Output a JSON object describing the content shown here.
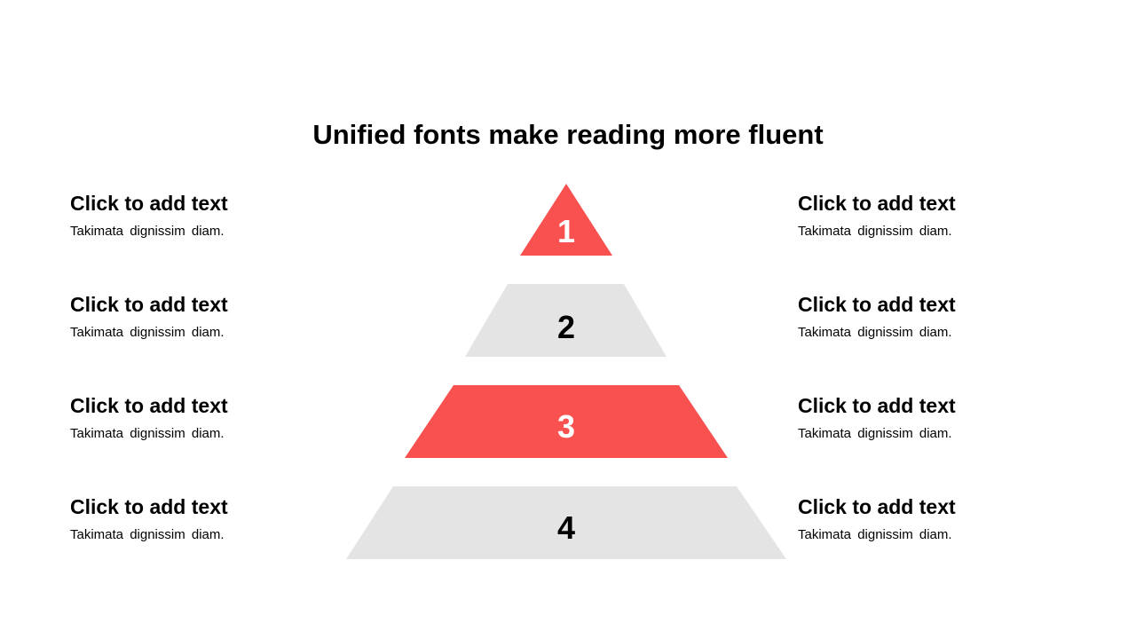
{
  "title": "Unified fonts make reading more fluent",
  "colors": {
    "accent": "#F95050",
    "neutral": "#E4E4E4"
  },
  "levels": [
    {
      "label": "1",
      "style": "accent"
    },
    {
      "label": "2",
      "style": "neutral"
    },
    {
      "label": "3",
      "style": "accent"
    },
    {
      "label": "4",
      "style": "neutral"
    }
  ],
  "left_items": [
    {
      "heading": "Click to add text",
      "desc": "Takimata dignissim diam."
    },
    {
      "heading": "Click to add text",
      "desc": "Takimata dignissim diam."
    },
    {
      "heading": "Click to add text",
      "desc": "Takimata dignissim diam."
    },
    {
      "heading": "Click to add text",
      "desc": "Takimata dignissim diam."
    }
  ],
  "right_items": [
    {
      "heading": "Click to add text",
      "desc": "Takimata dignissim diam."
    },
    {
      "heading": "Click to add text",
      "desc": "Takimata dignissim diam."
    },
    {
      "heading": "Click to add text",
      "desc": "Takimata dignissim diam."
    },
    {
      "heading": "Click to add text",
      "desc": "Takimata dignissim diam."
    }
  ]
}
